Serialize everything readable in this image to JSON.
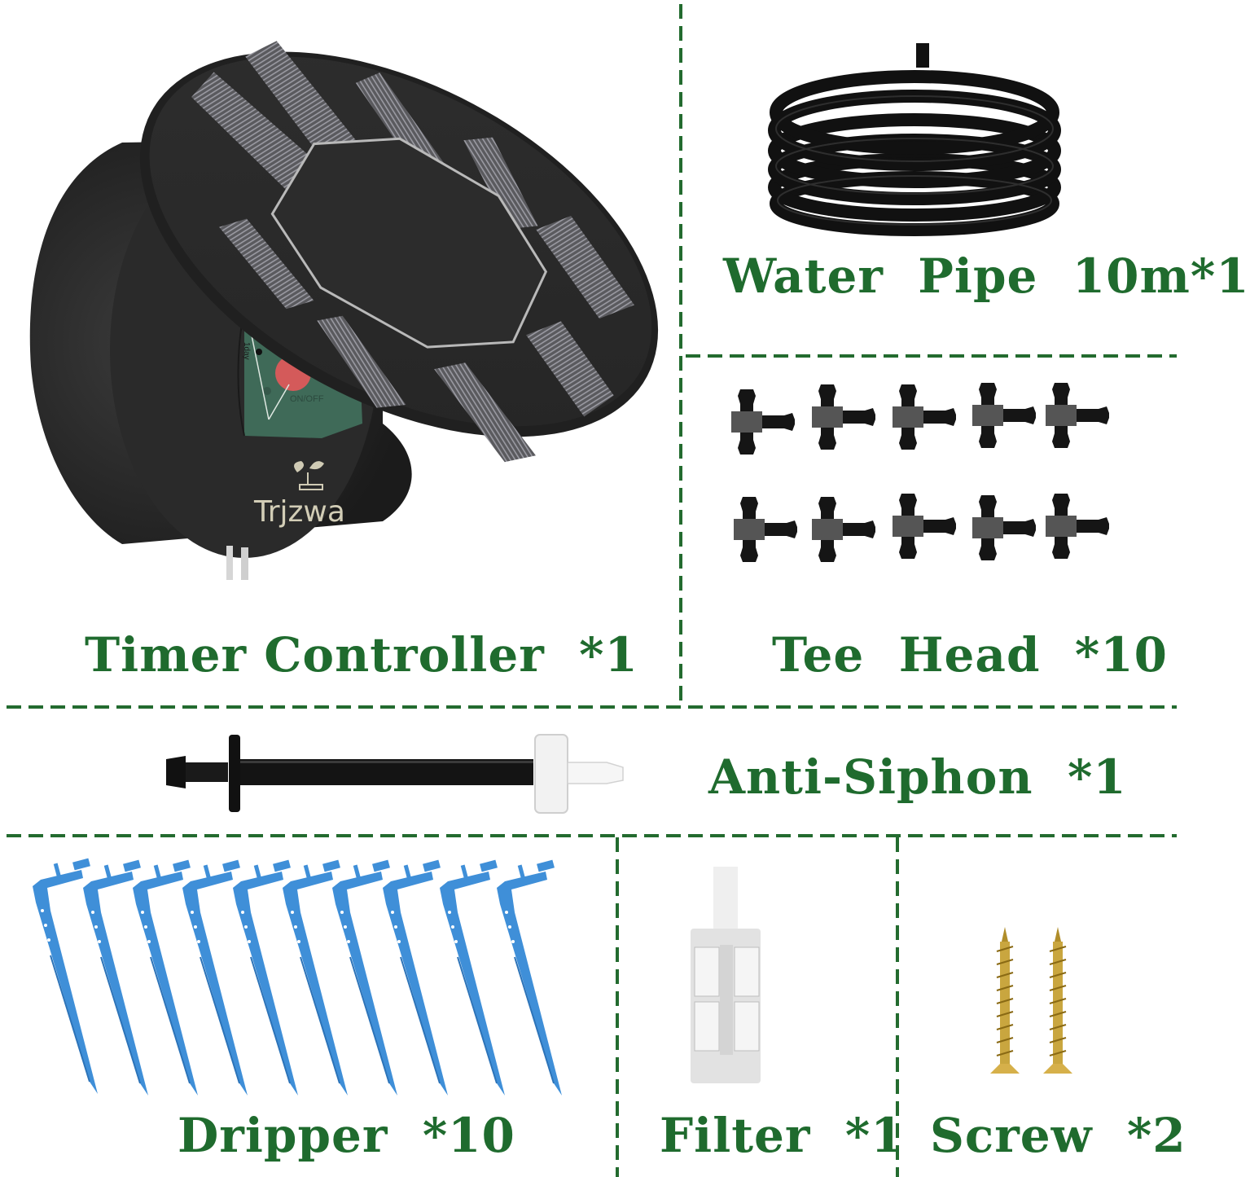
{
  "theme": {
    "accent_green": "#236b2f",
    "label_green": "#1f6b2e",
    "background": "#ffffff"
  },
  "items": {
    "timer_controller": {
      "label": "Timer Controller  *1",
      "brand": "Trjzwa",
      "dial_text_day": "1day",
      "dial_text_switch": "ON/OFF",
      "icon": "solar-timer-icon"
    },
    "water_pipe": {
      "label": "Water  Pipe  10m*1",
      "icon": "coiled-pipe-icon"
    },
    "tee_head": {
      "label": "Tee  Head  *10",
      "count": 10,
      "icon": "tee-connector-icon"
    },
    "anti_siphon": {
      "label": "Anti-Siphon  *1",
      "icon": "anti-siphon-valve-icon"
    },
    "dripper": {
      "label": "Dripper  *10",
      "count": 10,
      "icon": "dripper-stake-icon"
    },
    "filter": {
      "label": "Filter  *1",
      "icon": "filter-icon"
    },
    "screw": {
      "label": "Screw  *2",
      "count": 2,
      "icon": "screw-icon"
    }
  }
}
